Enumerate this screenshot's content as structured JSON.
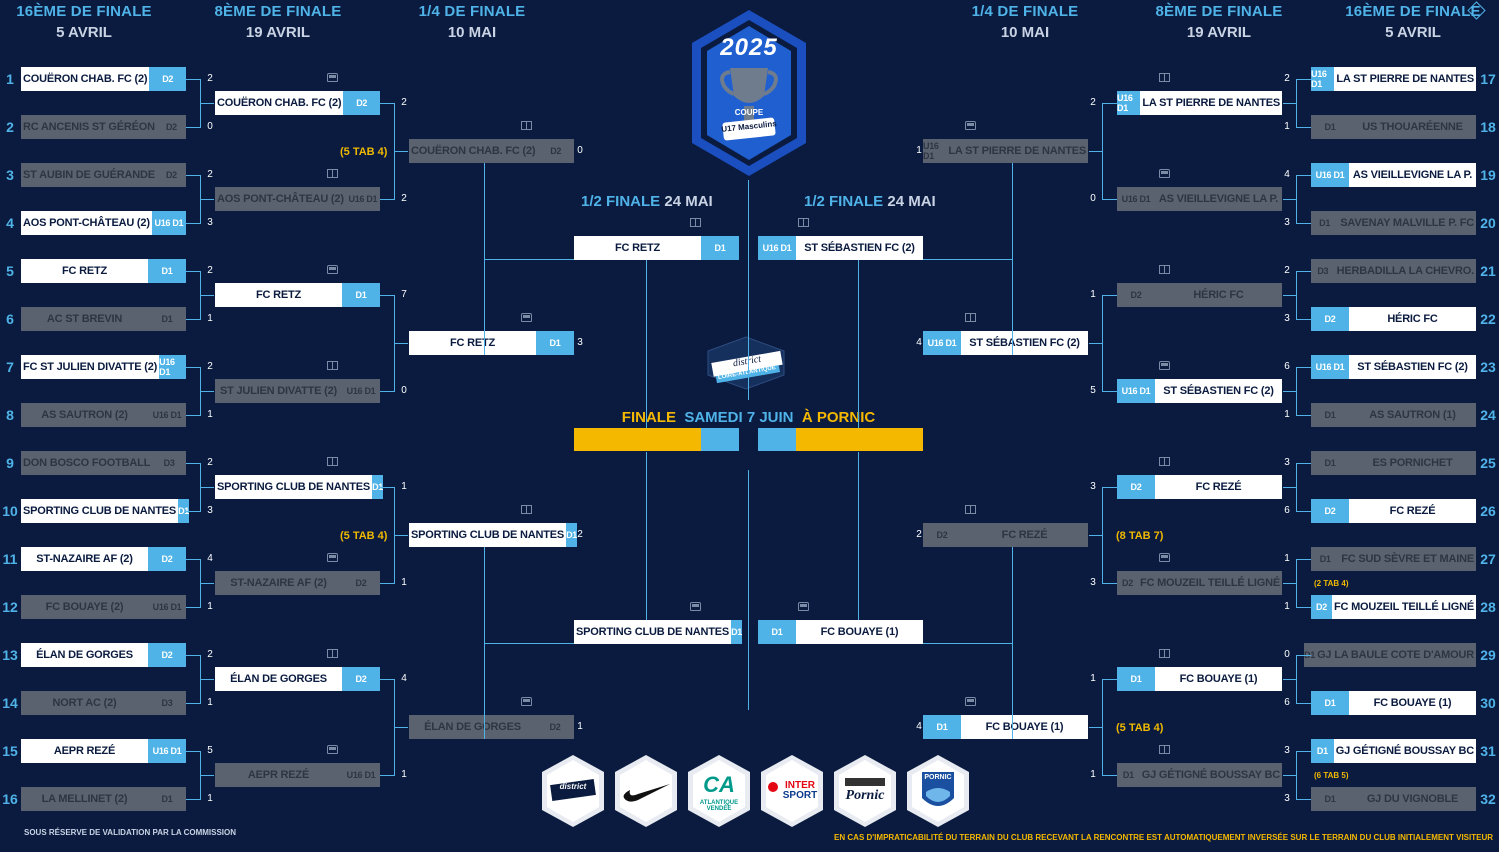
{
  "headers_left": [
    {
      "title": "16ÈME DE FINALE",
      "date": "5 AVRIL"
    },
    {
      "title": "8ÈME DE FINALE",
      "date": "19 AVRIL"
    },
    {
      "title": "1/4 DE FINALE",
      "date": "10 MAI"
    }
  ],
  "headers_right": [
    {
      "title": "1/4 DE FINALE",
      "date": "10 MAI"
    },
    {
      "title": "8ÈME DE FINALE",
      "date": "19 AVRIL"
    },
    {
      "title": "16ÈME DE FINALE",
      "date": "5 AVRIL"
    }
  ],
  "semi_left": {
    "title": "1/2 FINALE",
    "date": "24 MAI"
  },
  "semi_right": {
    "title": "1/2 FINALE",
    "date": "24 MAI"
  },
  "final": {
    "label": "FINALE",
    "date": "SAMEDI 7 JUIN",
    "place": "À PORNIC"
  },
  "logo": {
    "year": "2025",
    "coupe": "COUPE",
    "category": "U17 Masculins"
  },
  "district_logo": {
    "line1": "district",
    "line2": "LOIRE-ATLANTIQUE"
  },
  "r32_left": [
    {
      "n": "1",
      "name": "COUËRON CHAB. FC (2)",
      "div": "D2",
      "score": "2",
      "win": true
    },
    {
      "n": "2",
      "name": "RC ANCENIS ST GÉRÉON",
      "div": "D2",
      "score": "0",
      "win": false
    },
    {
      "n": "3",
      "name": "ST AUBIN DE GUÉRANDE",
      "div": "D2",
      "score": "2",
      "win": false
    },
    {
      "n": "4",
      "name": "AOS PONT-CHÂTEAU (2)",
      "div": "U16 D1",
      "score": "3",
      "win": true
    },
    {
      "n": "5",
      "name": "FC RETZ",
      "div": "D1",
      "score": "2",
      "win": true
    },
    {
      "n": "6",
      "name": "AC ST BREVIN",
      "div": "D1",
      "score": "1",
      "win": false
    },
    {
      "n": "7",
      "name": "FC ST JULIEN DIVATTE (2)",
      "div": "U16 D1",
      "score": "2",
      "win": true
    },
    {
      "n": "8",
      "name": "AS SAUTRON (2)",
      "div": "U16 D1",
      "score": "1",
      "win": false
    },
    {
      "n": "9",
      "name": "DON BOSCO FOOTBALL",
      "div": "D3",
      "score": "2",
      "win": false
    },
    {
      "n": "10",
      "name": "SPORTING CLUB DE NANTES",
      "div": "D1",
      "score": "3",
      "win": true
    },
    {
      "n": "11",
      "name": "ST-NAZAIRE AF (2)",
      "div": "D2",
      "score": "4",
      "win": true
    },
    {
      "n": "12",
      "name": "FC BOUAYE (2)",
      "div": "U16 D1",
      "score": "1",
      "win": false
    },
    {
      "n": "13",
      "name": "ÉLAN DE GORGES",
      "div": "D2",
      "score": "2",
      "win": true
    },
    {
      "n": "14",
      "name": "NORT AC (2)",
      "div": "D3",
      "score": "1",
      "win": false
    },
    {
      "n": "15",
      "name": "AEPR REZÉ",
      "div": "U16 D1",
      "score": "5",
      "win": true
    },
    {
      "n": "16",
      "name": "LA MELLINET (2)",
      "div": "D1",
      "score": "1",
      "win": false
    }
  ],
  "r16_left": [
    {
      "name": "COUËRON CHAB. FC (2)",
      "div": "D2",
      "score": "2",
      "win": true
    },
    {
      "name": "AOS PONT-CHÂTEAU (2)",
      "div": "U16 D1",
      "score": "2",
      "win": false
    },
    {
      "name": "FC RETZ",
      "div": "D1",
      "score": "7",
      "win": true
    },
    {
      "name": "ST JULIEN DIVATTE (2)",
      "div": "U16 D1",
      "score": "0",
      "win": false
    },
    {
      "name": "SPORTING CLUB DE NANTES",
      "div": "D1",
      "score": "1",
      "win": true
    },
    {
      "name": "ST-NAZAIRE AF (2)",
      "div": "D2",
      "score": "1",
      "win": false
    },
    {
      "name": "ÉLAN DE GORGES",
      "div": "D2",
      "score": "4",
      "win": true
    },
    {
      "name": "AEPR REZÉ",
      "div": "U16 D1",
      "score": "1",
      "win": false
    }
  ],
  "qf_left": [
    {
      "name": "COUËRON CHAB. FC (2)",
      "div": "D2",
      "score": "0",
      "win": false
    },
    {
      "name": "FC RETZ",
      "div": "D1",
      "score": "3",
      "win": true
    },
    {
      "name": "SPORTING CLUB DE NANTES",
      "div": "D1",
      "score": "2",
      "win": true
    },
    {
      "name": "ÉLAN DE GORGES",
      "div": "D2",
      "score": "1",
      "win": false
    }
  ],
  "sf_left": [
    {
      "name": "FC RETZ",
      "div": "D1",
      "win": true
    },
    {
      "name": "SPORTING CLUB DE NANTES",
      "div": "D1",
      "win": true
    }
  ],
  "r32_right": [
    {
      "n": "17",
      "name": "LA ST PIERRE DE NANTES",
      "div": "U16 D1",
      "score": "2",
      "win": true
    },
    {
      "n": "18",
      "name": "US THOUARÉENNE",
      "div": "D1",
      "score": "1",
      "win": false
    },
    {
      "n": "19",
      "name": "AS VIEILLEVIGNE LA P.",
      "div": "U16 D1",
      "score": "4",
      "win": true
    },
    {
      "n": "20",
      "name": "SAVENAY MALVILLE P. FC",
      "div": "D1",
      "score": "3",
      "win": false
    },
    {
      "n": "21",
      "name": "HERBADILLA LA CHEVRO.",
      "div": "D3",
      "score": "2",
      "win": false
    },
    {
      "n": "22",
      "name": "HÉRIC FC",
      "div": "D2",
      "score": "3",
      "win": true
    },
    {
      "n": "23",
      "name": "ST SÉBASTIEN FC (2)",
      "div": "U16 D1",
      "score": "6",
      "win": true
    },
    {
      "n": "24",
      "name": "AS SAUTRON (1)",
      "div": "D1",
      "score": "1",
      "win": false
    },
    {
      "n": "25",
      "name": "ES PORNICHET",
      "div": "D1",
      "score": "3",
      "win": false
    },
    {
      "n": "26",
      "name": "FC REZÉ",
      "div": "D2",
      "score": "6",
      "win": true
    },
    {
      "n": "27",
      "name": "FC SUD SÈVRE ET MAINE",
      "div": "D1",
      "score": "1",
      "win": false
    },
    {
      "n": "28",
      "name": "FC MOUZEIL TEILLÉ LIGNÉ",
      "div": "D2",
      "score": "1",
      "win": true
    },
    {
      "n": "29",
      "name": "GJ LA BAULE COTE D'AMOUR",
      "div": "D1",
      "score": "0",
      "win": false
    },
    {
      "n": "30",
      "name": "FC BOUAYE (1)",
      "div": "D1",
      "score": "6",
      "win": true
    },
    {
      "n": "31",
      "name": "GJ GÉTIGNÉ BOUSSAY BC",
      "div": "D1",
      "score": "3",
      "win": true
    },
    {
      "n": "32",
      "name": "GJ DU VIGNOBLE",
      "div": "D1",
      "score": "3",
      "win": false
    }
  ],
  "r16_right": [
    {
      "name": "LA ST PIERRE DE NANTES",
      "div": "U16 D1",
      "score": "2",
      "win": true
    },
    {
      "name": "AS VIEILLEVIGNE LA P.",
      "div": "U16 D1",
      "score": "0",
      "win": false
    },
    {
      "name": "HÉRIC FC",
      "div": "D2",
      "score": "1",
      "win": false
    },
    {
      "name": "ST SÉBASTIEN FC (2)",
      "div": "U16 D1",
      "score": "5",
      "win": true
    },
    {
      "name": "FC REZÉ",
      "div": "D2",
      "score": "3",
      "win": true
    },
    {
      "name": "FC MOUZEIL TEILLÉ LIGNÉ",
      "div": "D2",
      "score": "3",
      "win": false
    },
    {
      "name": "FC BOUAYE (1)",
      "div": "D1",
      "score": "1",
      "win": true
    },
    {
      "name": "GJ GÉTIGNÉ BOUSSAY BC",
      "div": "D1",
      "score": "1",
      "win": false
    }
  ],
  "qf_right": [
    {
      "name": "LA ST PIERRE DE NANTES",
      "div": "U16 D1",
      "score": "1",
      "win": false
    },
    {
      "name": "ST SÉBASTIEN FC (2)",
      "div": "U16 D1",
      "score": "4",
      "win": true
    },
    {
      "name": "FC REZÉ",
      "div": "D2",
      "score": "2",
      "win": false
    },
    {
      "name": "FC BOUAYE (1)",
      "div": "D1",
      "score": "4",
      "win": true
    }
  ],
  "sf_right": [
    {
      "name": "ST SÉBASTIEN FC (2)",
      "div": "U16 D1",
      "win": true
    },
    {
      "name": "FC BOUAYE (1)",
      "div": "D1",
      "win": true
    }
  ],
  "tab_notes": {
    "l_r16_1": "(5 TAB 4)",
    "l_r16_3": "(5 TAB 4)",
    "r_r16_3": "(8 TAB 7)",
    "r_r16_4": "(5 TAB 4)",
    "r_r32_14": "(2 TAB 4)",
    "r_r32_16": "(6 TAB 5)"
  },
  "sponsors": [
    {
      "name": "district-logo",
      "label": "district",
      "color": "#0a1b3f"
    },
    {
      "name": "nike-logo",
      "label": "",
      "color": "#111111"
    },
    {
      "name": "credit-agricole-logo",
      "label": "CA",
      "color": "#009a8b"
    },
    {
      "name": "intersport-logo",
      "label": "INTERSPORT",
      "color": "#0a3a8c"
    },
    {
      "name": "pornic-logo",
      "label": "Pornic",
      "color": "#0a1b3f"
    },
    {
      "name": "pornic-club-logo",
      "label": "PORNIC",
      "color": "#1b4fa0"
    }
  ],
  "intersport_parts": {
    "a": "INTER",
    "b": "SPORT"
  },
  "ca_sub": "ATLANTIQUE VENDÉE",
  "footer_left": "SOUS RÉSERVE DE VALIDATION PAR LA COMMISSION",
  "footer_right": "EN CAS D'IMPRATICABILITÉ DU TERRAIN DU CLUB RECEVANT LA RENCONTRE EST AUTOMATIQUEMENT INVERSÉE SUR LE TERRAIN DU CLUB INITIALEMENT VISITEUR",
  "colors": {
    "background": "#0a1b3f",
    "accent": "#4fb3e8",
    "final": "#f5b800",
    "loser": "#5a6270"
  }
}
